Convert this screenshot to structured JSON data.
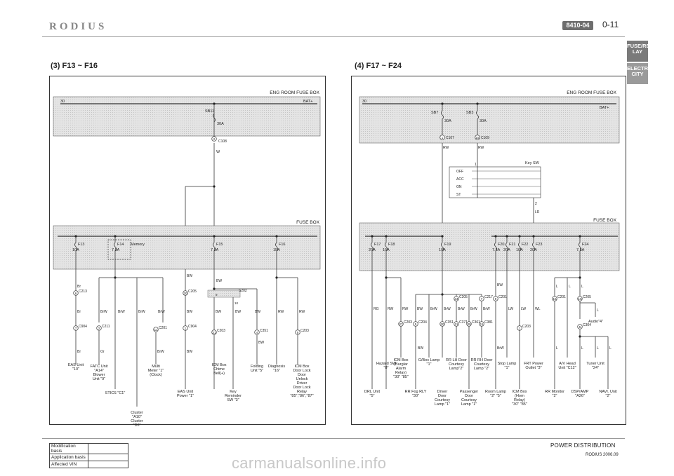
{
  "header": {
    "brand": "RODIUS",
    "section_code": "8410-04",
    "page": "0-11"
  },
  "side_tabs": [
    "FUSE/RE LAY",
    "ELECTRI CITY"
  ],
  "left_title": "(3) F13 ~ F16",
  "right_title": "(4) F17 ~ F24",
  "left": {
    "eng_room_label": "ENG ROOM FUSE BOX",
    "fuse_box_label": "FUSE BOX",
    "bus_30": "30",
    "bus_batt": "BAT+",
    "sb": {
      "name": "SB11",
      "rating": "30A",
      "pin": "2",
      "conn": "C108",
      "wire": "W"
    },
    "memory_label": "Memory",
    "fuses": [
      {
        "name": "F13",
        "rating": "10A"
      },
      {
        "name": "F14",
        "rating": "7.5A"
      },
      {
        "name": "F15",
        "rating": "7.5A"
      },
      {
        "name": "F16",
        "rating": "15A"
      }
    ],
    "wire_labels": [
      "Br",
      "Br",
      "Br",
      "BrW",
      "BrW",
      "BrW",
      "BrW",
      "BrW",
      "BW",
      "BW",
      "BW",
      "BW",
      "BW",
      "BW",
      "BW",
      "RW",
      "RW",
      "Or",
      "BrW"
    ],
    "connectors": [
      {
        "pin": "6",
        "name": "C213"
      },
      {
        "pin": "7",
        "name": "C904"
      },
      {
        "pin": "2",
        "name": "C211"
      },
      {
        "pin": "11",
        "name": "C201"
      },
      {
        "pin": "30",
        "name": "C205"
      },
      {
        "pin": "1",
        "name": "C904"
      },
      {
        "pin": "31",
        "name": "C203"
      },
      {
        "pin": "4",
        "name": "C351"
      },
      {
        "pin": "5",
        "name": "C203"
      },
      {
        "pin": "9",
        "name": "S202"
      },
      {
        "pin": "10",
        "name": ""
      }
    ],
    "components": [
      "EAS Unit \"10\"",
      "FATC Unit \"A14\" Blower Unit \"9\"",
      "STICS \"C1\"",
      "Cluster \"A10\" Cluster \"D6\"",
      "Multi Meter \"1\" (Clock)",
      "EAS Unit Power \"1\"",
      "ICM Box Chime Bell(+)",
      "Key Reminder SW \"3\"",
      "Folding Unit \"5\"",
      "Diagnosis \"16\"",
      "ICM Box Door Lock Door Unlock Driver Door Lock Relay \"85\",\"86\",\"87\""
    ]
  },
  "right": {
    "eng_room_label": "ENG ROOM FUSE BOX",
    "fuse_box_label": "FUSE BOX",
    "bus_30": "30",
    "bus_batt": "BAT+",
    "sb": [
      {
        "name": "SB7",
        "rating": "30A",
        "pin": "1",
        "conn": "C107",
        "wire": "RW"
      },
      {
        "name": "SB3",
        "rating": "30A",
        "pin": "15",
        "conn": "C109",
        "wire": "RW"
      }
    ],
    "key_sw": {
      "title": "Key SW",
      "positions": [
        "OFF",
        "ACC",
        "ON",
        "ST"
      ],
      "pin_top": "1",
      "pin_bottom": "2",
      "wire": "LR"
    },
    "fuses": [
      {
        "name": "F17",
        "rating": "20A"
      },
      {
        "name": "F18",
        "rating": "15A"
      },
      {
        "name": "F19",
        "rating": "10A"
      },
      {
        "name": "F20",
        "rating": "7.5A"
      },
      {
        "name": "F21",
        "rating": "20A"
      },
      {
        "name": "F22",
        "rating": "10A"
      },
      {
        "name": "F23",
        "rating": "20A"
      },
      {
        "name": "F24",
        "rating": "7.5A"
      }
    ],
    "wire_labels": [
      "RG",
      "RW",
      "RW",
      "BW",
      "BrW",
      "BrW",
      "BrW",
      "BrW",
      "BrW",
      "LW",
      "LW",
      "WL",
      "BW",
      "BrW",
      "L",
      "L",
      "L",
      "L",
      "L",
      "L",
      "L",
      "L",
      "BW"
    ],
    "connectors": [
      {
        "pin": "27",
        "name": "C203"
      },
      {
        "pin": "5",
        "name": "C204"
      },
      {
        "pin": "34",
        "name": "C205"
      },
      {
        "pin": "30",
        "name": "C351"
      },
      {
        "pin": "11",
        "name": "C371"
      },
      {
        "pin": "30",
        "name": "C361"
      },
      {
        "pin": "11",
        "name": "C381"
      },
      {
        "pin": "7",
        "name": "C217"
      },
      {
        "pin": "9",
        "name": "C201"
      },
      {
        "pin": "1",
        "name": "C203"
      },
      {
        "pin": "15",
        "name": "C201"
      },
      {
        "pin": "10",
        "name": "C205"
      },
      {
        "pin": "5",
        "name": "C304"
      }
    ],
    "components": [
      "DRL Unit \"5\"",
      "Hazard SW \"8\"",
      "ICM Box (Burglar Alarm Relay) \"30\" \"85\"",
      "RR Fog RLY \"30\"",
      "G/Box Lamp \"1\"",
      "Driver Door Courtesy Lamp \"1\"",
      "RR LH Door Courtesy Lamp\"2\"",
      "Passenger Door Courtesy Lamp \"1\"",
      "RR RH Door Courtesy Lamp \"2\"",
      "Room Lamp \"2\" \"5\"",
      "Stop Lamp \"1\"",
      "ICM Box (Horn Relay) \"30\" \"85\"",
      "FRT Power Outlet \"3\"",
      "RR Monitor \"2\"",
      "A/V Head Unit \"C12\"",
      "Audio\"4\"",
      "Tuner Unit \"24\"",
      "DSP/AMP \"A26\"",
      "NAVI. Unit \"2\""
    ]
  },
  "footer": {
    "labels": [
      "Modification basis",
      "Application basis",
      "Affected VIN"
    ],
    "doc_title": "POWER DISTRIBUTION",
    "doc_sub": "RODIUS 2006.09"
  },
  "watermark": "carmanualsonline.info"
}
